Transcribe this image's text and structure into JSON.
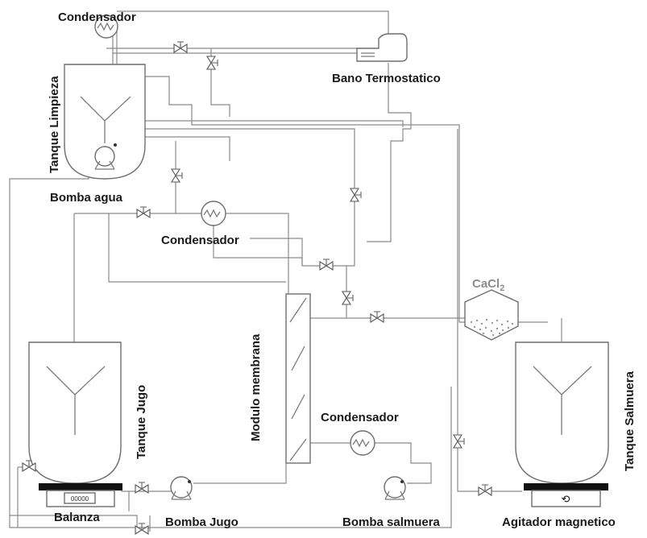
{
  "labels": {
    "condensador_top": "Condensador",
    "bano_termostatico": "Bano Termostatico",
    "tanque_limpieza": "Tanque Limpieza",
    "bomba_agua": "Bomba agua",
    "condensador_mid": "Condensador",
    "cacl2_base": "CaCl",
    "cacl2_sub": "2",
    "modulo_membrana": "Modulo membrana",
    "tanque_jugo": "Tanque Jugo",
    "condensador_bottom": "Condensador",
    "tanque_salmuera": "Tanque Salmuera",
    "balanza": "Balanza",
    "balanza_display": "00000",
    "bomba_jugo": "Bomba Jugo",
    "bomba_salmuera": "Bomba salmuera",
    "agitador_magnetico": "Agitador magnetico",
    "agitador_symbol": "⟲"
  },
  "colors": {
    "pipe": "#8a8a8a",
    "equipment": "#6e6e6e",
    "text": "#1a1a1a",
    "cacl2_label": "#8c8c8c",
    "plate": "#111111"
  }
}
